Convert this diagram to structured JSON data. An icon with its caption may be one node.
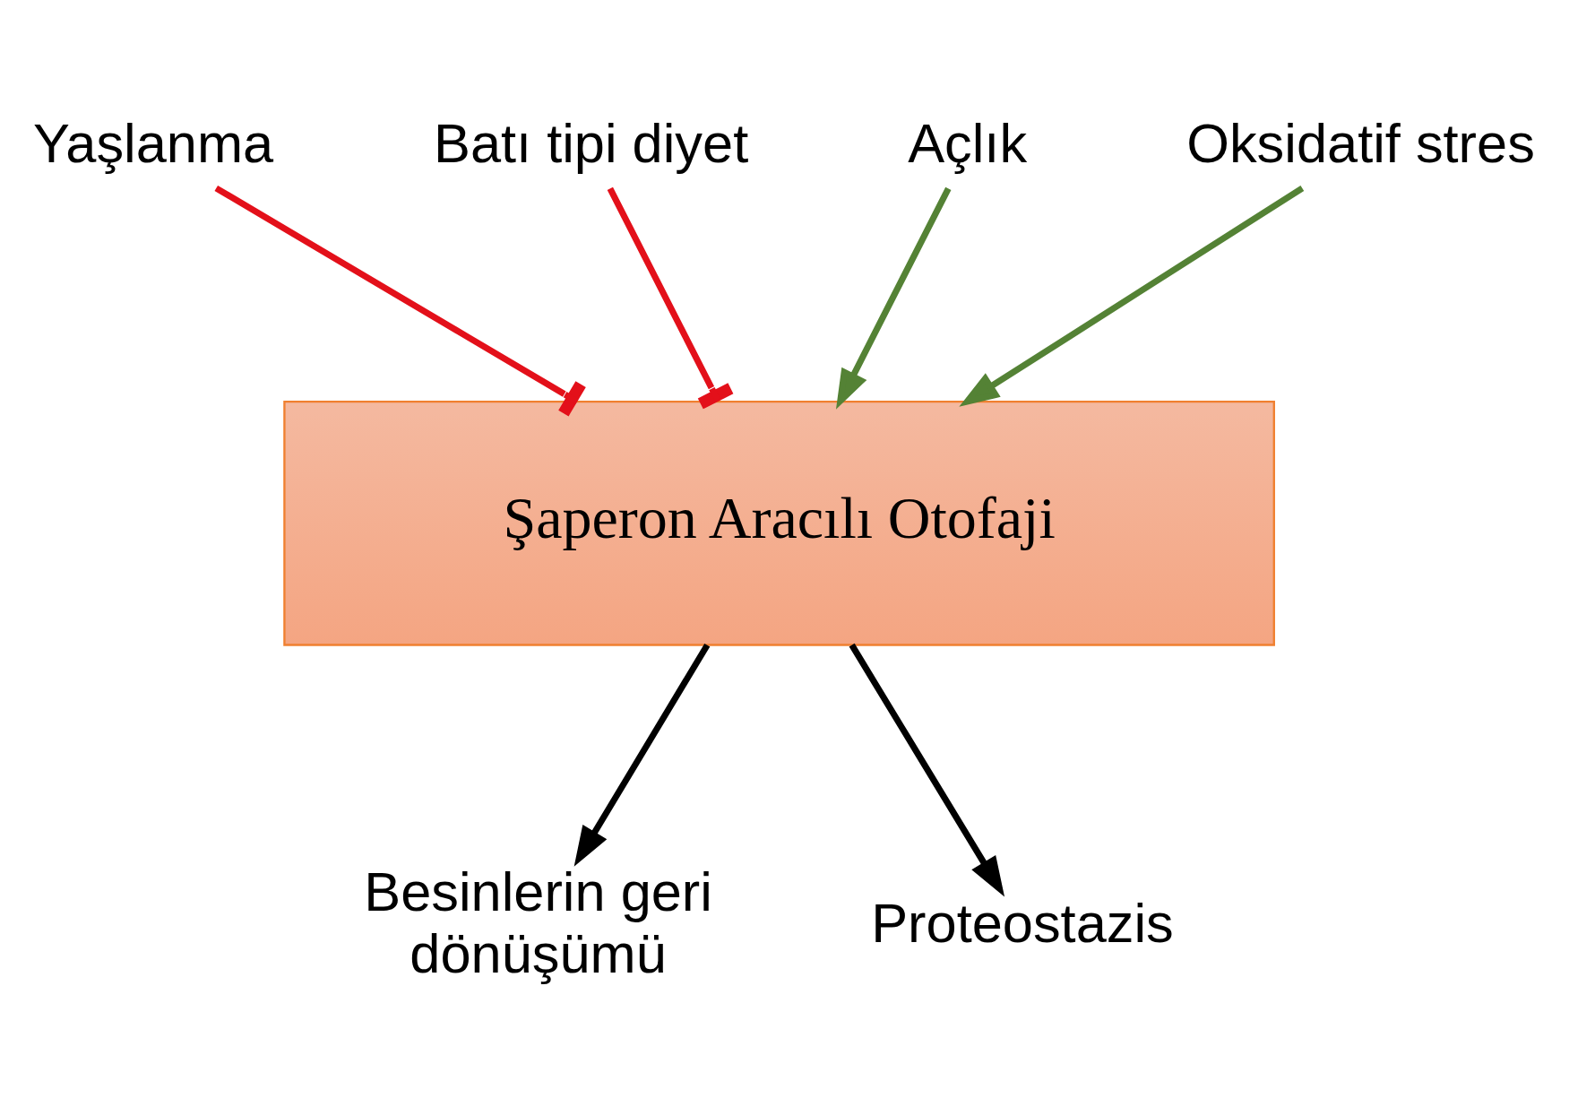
{
  "diagram": {
    "nodes": [
      {
        "text": [
          "Yaşlanma"
        ]
      },
      {
        "text": [
          "Batı tipi diyet"
        ]
      },
      {
        "text": [
          "Açlık"
        ]
      },
      {
        "text": [
          "Oksidatif stres"
        ]
      },
      {
        "text": [
          "Şaperon Aracılı Otofaji"
        ]
      },
      {
        "text": [
          "Besinlerin geri dönüşümü"
        ]
      },
      {
        "text": [
          "Proteostazis"
        ]
      }
    ],
    "edges": [
      {
        "from": 0,
        "to": 4,
        "arrow": "other",
        "color": "#e3101a"
      },
      {
        "from": 1,
        "to": 4,
        "arrow": "other",
        "color": "#e3101a"
      },
      {
        "from": 2,
        "to": 4,
        "arrow": "to",
        "color": "#548235"
      },
      {
        "from": 3,
        "to": 4,
        "arrow": "to",
        "color": "#548235"
      },
      {
        "from": 4,
        "to": 5,
        "arrow": "to",
        "color": "#000000"
      },
      {
        "from": 4,
        "to": 6,
        "arrow": "to",
        "color": "#000000"
      }
    ]
  }
}
